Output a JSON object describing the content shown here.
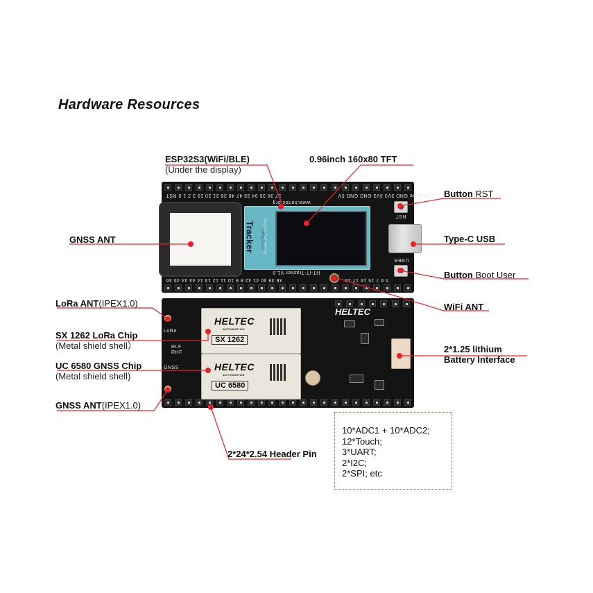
{
  "title": "Hardware Resources",
  "callouts": {
    "esp32": {
      "label": "ESP32S3(WiFi/BLE)",
      "sub": "(Under the display)"
    },
    "tft": {
      "label": "0.96inch 160x80 TFT"
    },
    "button_rst": {
      "label_bold": "Button",
      "label_rest": " RST"
    },
    "type_c": {
      "label": "Type-C USB"
    },
    "button_boot": {
      "label_bold": "Button",
      "label_rest": " Boot User"
    },
    "gnss_ant": {
      "label": "GNSS ANT"
    },
    "wifi_ant": {
      "label": "WiFi ANT"
    },
    "lora_ant": {
      "label_bold": "LoRa ANT",
      "label_rest": "(IPEX1.0)"
    },
    "sx1262": {
      "label": "SX 1262 LoRa Chip",
      "sub": "(Metal shield shell）"
    },
    "uc6580": {
      "label": "UC 6580 GNSS Chip",
      "sub": "(Metal shield shell)"
    },
    "gnss_ipex": {
      "label_bold": "GNSS ANT",
      "label_rest": "(IPEX1.0)"
    },
    "battery": {
      "line1": "2*1.25 lithium",
      "line2": "Battery Interface"
    },
    "header": {
      "label": "2*24*2.54 Header Pin"
    }
  },
  "peripherals": [
    "10*ADC1 + 10*ADC2;",
    "12*Touch;",
    "3*UART;",
    "2*I2C;",
    "2*SPI; etc"
  ],
  "board": {
    "top_pin_labels": "37 36 35 34 33 47 48 26 21 20 19 3 2 1 0 RST",
    "top_pin_labels_right": "GND Ve GND 3V3 3V3 GND GND 5V",
    "bottom_pin_labels": "38 39 40 41 42 8 9 10 11 12 13 14 43 44 45 46",
    "bottom_pin_labels_right": "5 6 7 15 16 17 18",
    "url": "www.heltec.org",
    "model": "HT-IT-Tracker V1.0",
    "display_brand": "Tracker",
    "display_text": "Arduino-Compatible",
    "display_gnss": "LoRaGNSS",
    "rst_silk": "RST",
    "user_silk": "USER",
    "lora_silk": "LoRa",
    "gnss_silk": "GNSS",
    "rlf": "RLF",
    "rhf": "RHF",
    "brand": "HELTEC",
    "brand_sub": "AUTOMATION",
    "chip1": "SX 1262",
    "chip2": "UC 6580"
  },
  "colors": {
    "accent": "#e8212b",
    "pcb": "#141414",
    "display": "#68b7c4"
  }
}
